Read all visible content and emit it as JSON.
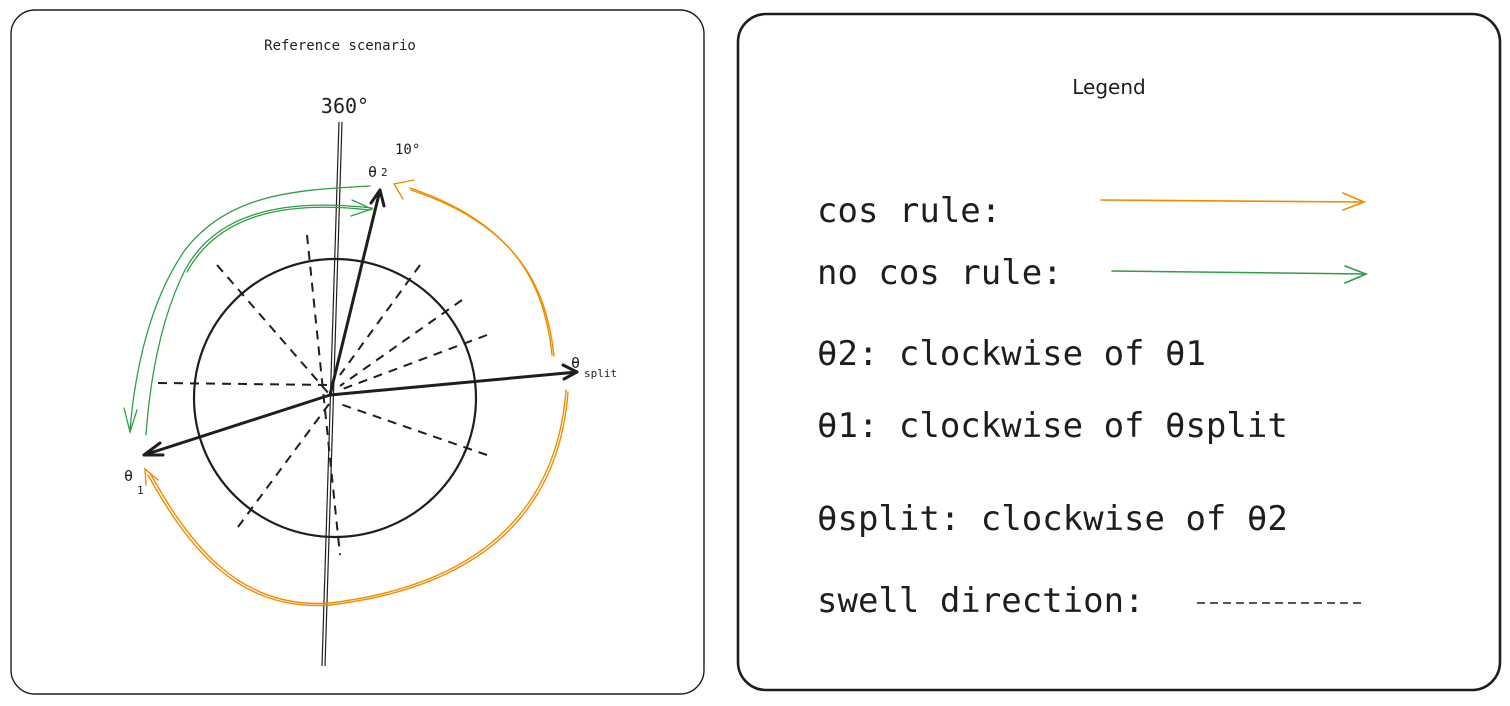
{
  "left_panel": {
    "title": "Reference scenario",
    "north_label": "360°",
    "theta2_main": "θ",
    "theta2_sub": "2",
    "theta2_angle": "10°",
    "theta1_main": "θ",
    "theta1_sub": "1",
    "thetasplit_main": "θ",
    "thetasplit_sub": "split"
  },
  "legend": {
    "title": "Legend",
    "cos_rule_label": "cos rule:",
    "no_cos_rule_label": "no cos rule:",
    "line1": "θ2: clockwise of θ1",
    "line2": "θ1: clockwise of θsplit",
    "line3": "θsplit: clockwise of θ2",
    "swell_label": "swell direction:"
  },
  "colors": {
    "stroke": "#1e1e1e",
    "cos_rule": "#f08c00",
    "no_cos_rule": "#2f9e44",
    "background": "#ffffff"
  }
}
